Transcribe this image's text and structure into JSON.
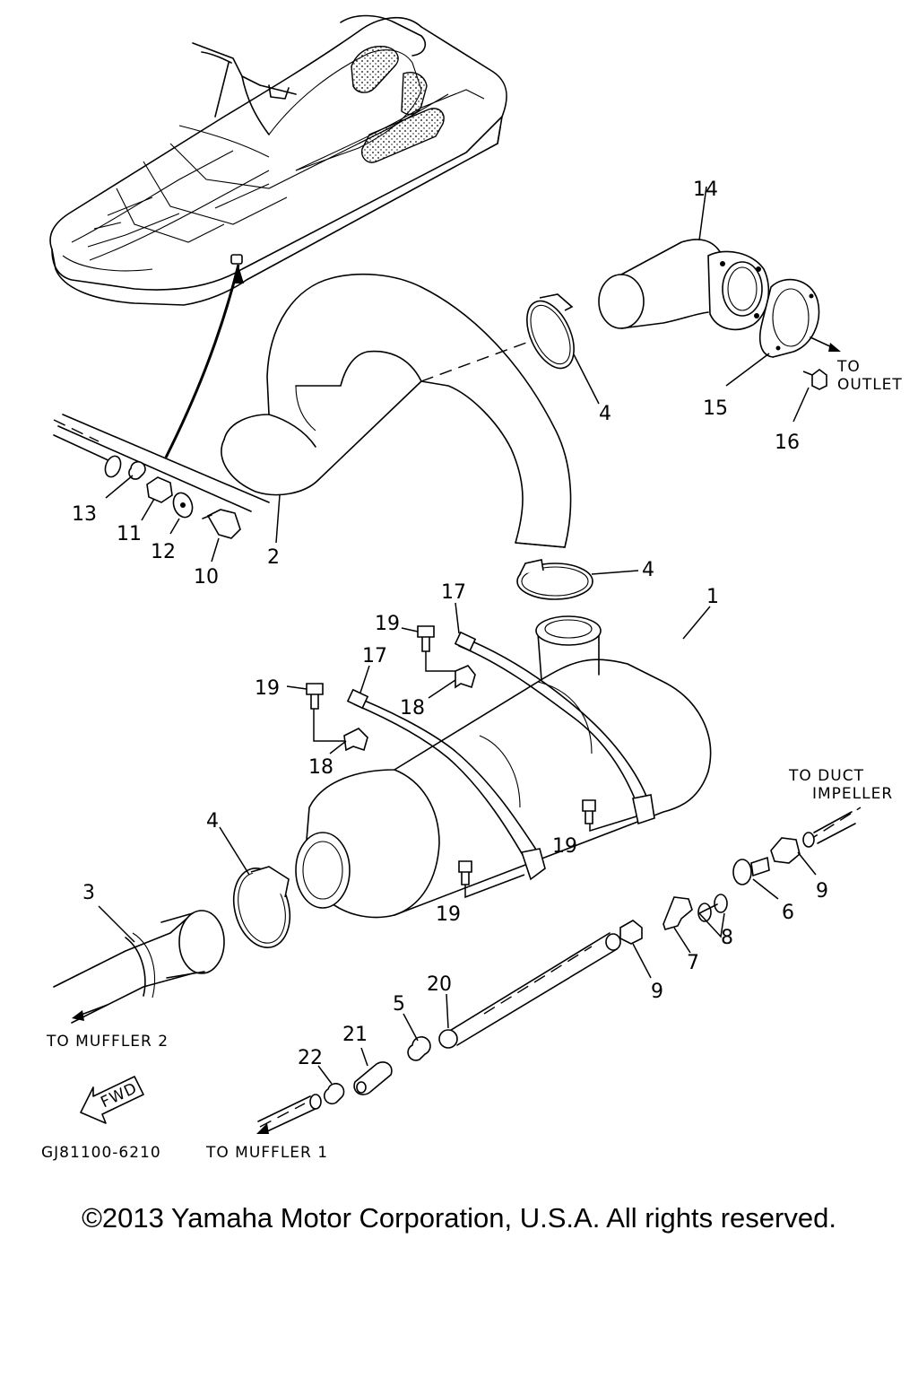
{
  "callouts": {
    "n1": "1",
    "n2": "2",
    "n3": "3",
    "n4a": "4",
    "n4b": "4",
    "n4c": "4",
    "n5": "5",
    "n6": "6",
    "n7": "7",
    "n8": "8",
    "n9a": "9",
    "n9b": "9",
    "n10": "10",
    "n11": "11",
    "n12": "12",
    "n13": "13",
    "n14": "14",
    "n15": "15",
    "n16": "16",
    "n17a": "17",
    "n17b": "17",
    "n18a": "18",
    "n18b": "18",
    "n19a": "19",
    "n19b": "19",
    "n19c": "19",
    "n19d": "19",
    "n20": "20",
    "n21": "21",
    "n22": "22"
  },
  "labels": {
    "to_outlet_1": "TO",
    "to_outlet_2": "OUTLET",
    "to_duct_1": "TO DUCT",
    "to_duct_2": "IMPELLER",
    "to_muffler_2": "TO MUFFLER 2",
    "to_muffler_1": "TO MUFFLER 1",
    "fwd": "FWD",
    "diagram_code": "GJ81100-6210"
  },
  "footer": {
    "copyright": "©2013 Yamaha Motor Corporation, U.S.A. All rights reserved."
  }
}
